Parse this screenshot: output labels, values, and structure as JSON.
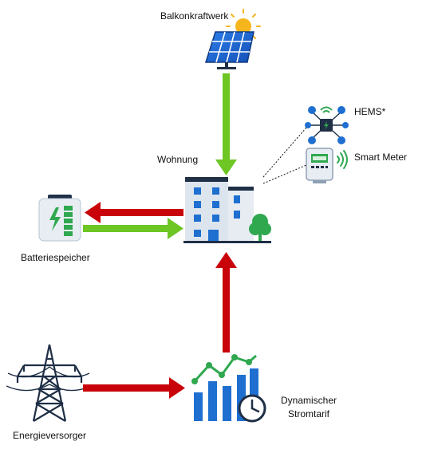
{
  "nodes": {
    "balkonkraftwerk": {
      "label": "Balkonkraftwerk",
      "icon": "solar-panel-icon"
    },
    "wohnung": {
      "label": "Wohnung",
      "icon": "apartment-building-icon"
    },
    "batteriespeicher": {
      "label": "Batteriespeicher",
      "icon": "battery-icon"
    },
    "hems": {
      "label": "HEMS*",
      "icon": "hems-hub-icon"
    },
    "smart_meter": {
      "label": "Smart Meter",
      "icon": "smart-meter-icon"
    },
    "energieversorger": {
      "label": "Energieversorger",
      "icon": "power-pylon-icon"
    },
    "stromtarif": {
      "label_line1": "Dynamischer",
      "label_line2": "Stromtarif",
      "icon": "dynamic-tariff-chart-icon"
    }
  },
  "colors": {
    "green_arrow": "#6dc624",
    "red_arrow": "#c8040a",
    "icon_blue": "#1e6fd0",
    "icon_dark": "#1f2f46",
    "icon_green": "#2fa84f",
    "sun": "#f5b51c"
  },
  "flows": [
    {
      "from": "balkonkraftwerk",
      "to": "wohnung",
      "color": "green"
    },
    {
      "from": "wohnung",
      "to": "batteriespeicher",
      "color": "red"
    },
    {
      "from": "batteriespeicher",
      "to": "wohnung",
      "color": "green"
    },
    {
      "from": "energieversorger",
      "to": "stromtarif",
      "color": "red"
    },
    {
      "from": "stromtarif",
      "to": "wohnung",
      "color": "red"
    }
  ]
}
